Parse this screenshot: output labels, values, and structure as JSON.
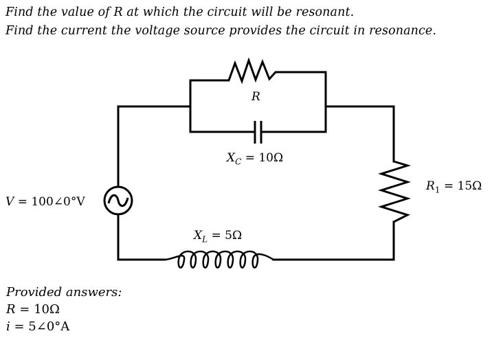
{
  "problem": {
    "line1": "Find the value of R  at which the circuit will be resonant.",
    "line2": "Find the current the voltage source provides the circuit in resonance."
  },
  "circuit": {
    "resistor_r": {
      "symbol": "R"
    },
    "capacitor": {
      "symbol": "X",
      "subscript": "C",
      "value": "= 10Ω"
    },
    "inductor": {
      "symbol": "X",
      "subscript": "L",
      "value": "= 5Ω"
    },
    "resistor_r1": {
      "symbol": "R",
      "subscript": "1",
      "value": "= 15Ω"
    },
    "source": {
      "symbol": "V",
      "value": "= 100∠0°V"
    }
  },
  "answers": {
    "heading": "Provided answers:",
    "r_symbol": "R",
    "r_value": "= 10Ω",
    "i_symbol": "i",
    "i_value": "= 5∠0°A"
  }
}
